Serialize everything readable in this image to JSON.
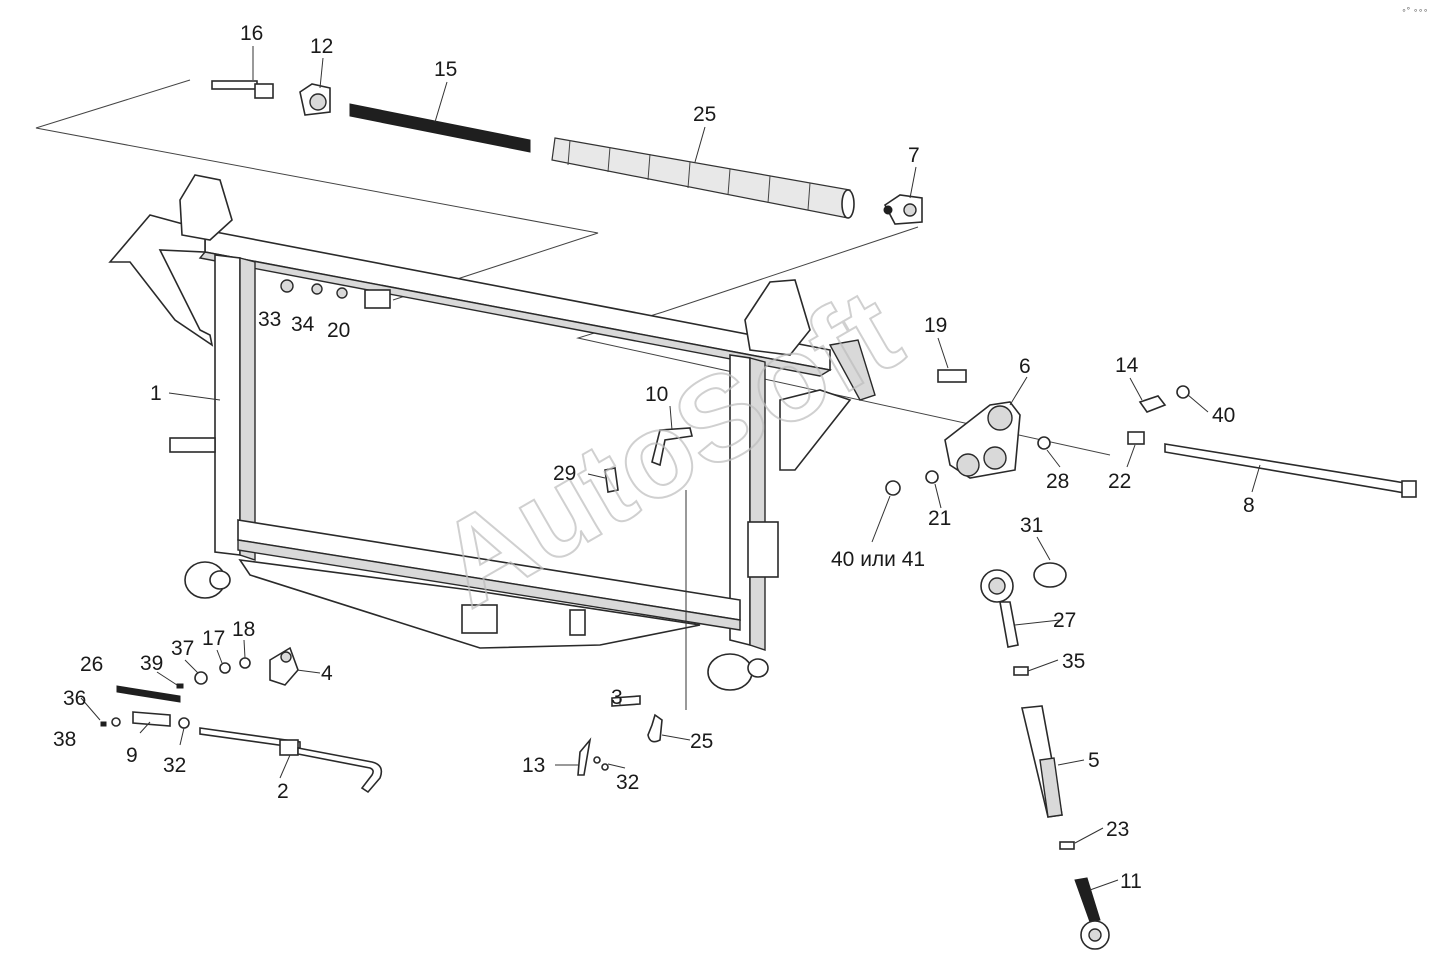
{
  "watermark": "AutoSoft",
  "corner_mark": "∘° ∘∘∘",
  "labels": {
    "p1": "1",
    "p2": "2",
    "p3": "3",
    "p4": "4",
    "p5": "5",
    "p6": "6",
    "p7": "7",
    "p8": "8",
    "p9": "9",
    "p10": "10",
    "p11": "11",
    "p12": "12",
    "p13": "13",
    "p14": "14",
    "p15": "15",
    "p16": "16",
    "p17": "17",
    "p18": "18",
    "p19": "19",
    "p20": "20",
    "p21": "21",
    "p22": "22",
    "p23": "23",
    "p25a": "25",
    "p25b": "25",
    "p26": "26",
    "p27": "27",
    "p28": "28",
    "p29": "29",
    "p31": "31",
    "p32a": "32",
    "p32b": "32",
    "p33": "33",
    "p34": "34",
    "p35": "35",
    "p36": "36",
    "p37": "37",
    "p38": "38",
    "p39": "39",
    "p40": "40",
    "p40_41": "40 или 41"
  }
}
